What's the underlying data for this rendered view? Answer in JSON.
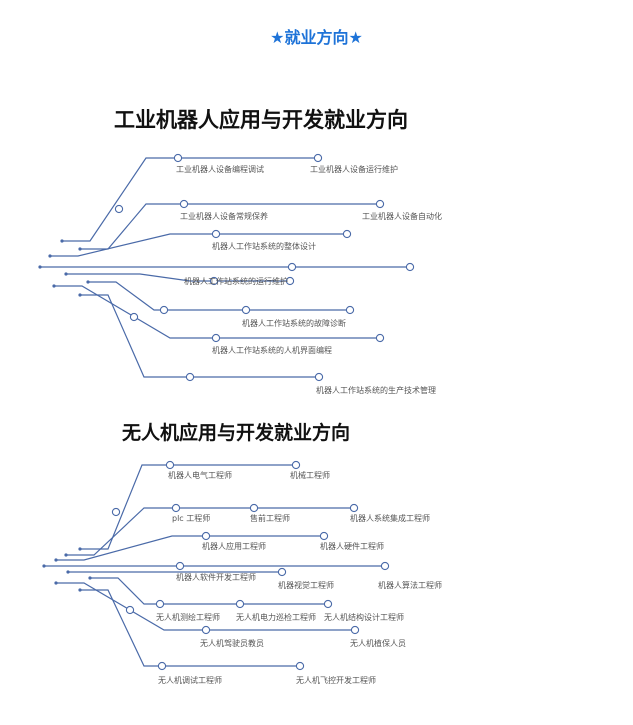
{
  "header": {
    "title": "★就业方向★"
  },
  "sections": [
    {
      "title": "工业机器人应用与开发就业方向",
      "labels": [
        "工业机器人设备编程调试",
        "工业机器人设备运行维护",
        "工业机器人设备常规保养",
        "工业机器人设备自动化",
        "机器人工作站系统的整体设计",
        "机器人工作站系统的运行维护",
        "机器人工作站系统的故障诊断",
        "机器人工作站系统的人机界面编程",
        "机器人工作站系统的生产技术管理"
      ]
    },
    {
      "title": "无人机应用与开发就业方向",
      "labels": [
        "机器人电气工程师",
        "机械工程师",
        "plc 工程师",
        "售前工程师",
        "机器人系统集成工程师",
        "机器人应用工程师",
        "机器人硬件工程师",
        "机器人软件开发工程师",
        "机器视觉工程师",
        "机器人算法工程师",
        "无人机测绘工程师",
        "无人机电力巡检工程师",
        "无人机结构设计工程师",
        "无人机驾驶员教员",
        "无人机植保人员",
        "无人机调试工程师",
        "无人机飞控开发工程师"
      ]
    }
  ],
  "colors": {
    "line": "#4a6aa8",
    "accent": "#1e73d8"
  }
}
